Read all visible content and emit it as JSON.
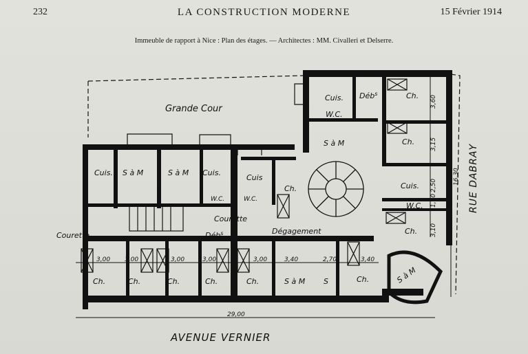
{
  "header": {
    "page_number": "232",
    "journal_title": "LA CONSTRUCTION MODERNE",
    "date": "15 Février 1914"
  },
  "caption": "Immeuble de rapport à Nice : Plan des étages. — Architectes : MM. Civalleri et Delserre.",
  "plan": {
    "courtyard": "Grande Cour",
    "street_bottom": "AVENUE VERNIER",
    "street_right": "RUE DABRAY",
    "courette_left": "Courette",
    "courette_center": "Courette",
    "debarras_1": "Déb",
    "debarras_2": "Déb",
    "debarras_sup": "s",
    "degagement": "Dégagement",
    "rooms": {
      "cuis_1": "Cuis.",
      "sam_1": "S à M",
      "sam_2": "S à M",
      "cuis_2": "Cuis.",
      "cuis_3": "Cuis",
      "ch_stair": "Ch.",
      "wc_1": "W.C.",
      "wc_2": "W.C.",
      "ch_1": "Ch.",
      "ch_2": "Ch.",
      "ch_3": "Ch.",
      "ch_4": "Ch.",
      "ch_5": "Ch.",
      "sam_bottom": "S à M",
      "s_bottom": "S",
      "ch_6": "Ch.",
      "sam_round": "S à M",
      "cuis_top": "Cuis.",
      "ch_top_1": "Ch.",
      "wc_top": "W.C.",
      "sam_top": "S à M",
      "ch_top_2": "Ch.",
      "cuis_right": "Cuis.",
      "wc_right": "W.C.",
      "ch_right": "Ch."
    },
    "dimensions": {
      "bay_1": "3,00",
      "bay_2": "3,00",
      "bay_3": "3,00",
      "bay_4": "3,00",
      "bay_5": "3,00",
      "bay_6": "3,40",
      "bay_7": "2,70",
      "bay_8": "3,40",
      "total_width": "29,00",
      "depth": "16,30",
      "right_1": "3,60",
      "right_2": "3,15",
      "right_3": "2,50",
      "right_4": "1,00",
      "right_5": "3,10"
    }
  }
}
